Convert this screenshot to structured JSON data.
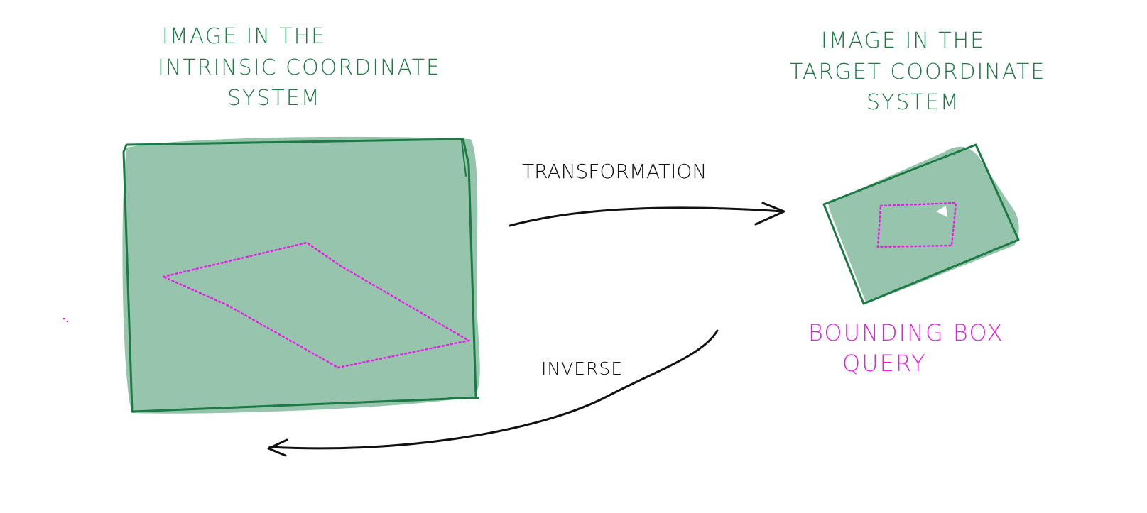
{
  "colors": {
    "fill_green": "#96c4ad",
    "outline_green": "#1e7a45",
    "text_green": "#1e7a45",
    "arrow_black": "#111111",
    "query_magenta": "#e61ee6"
  },
  "left_panel": {
    "title_lines": [
      "IMAGE IN THE",
      "INTRINSIC COORDINATE",
      "SYSTEM"
    ]
  },
  "right_panel": {
    "title_lines": [
      "IMAGE IN THE",
      "TARGET COORDINATE",
      "SYSTEM"
    ]
  },
  "arrows": {
    "forward_label": "TRANSFORMATION",
    "inverse_label": "INVERSE"
  },
  "query": {
    "label_lines": [
      "BOUNDING BOX",
      "QUERY"
    ]
  }
}
